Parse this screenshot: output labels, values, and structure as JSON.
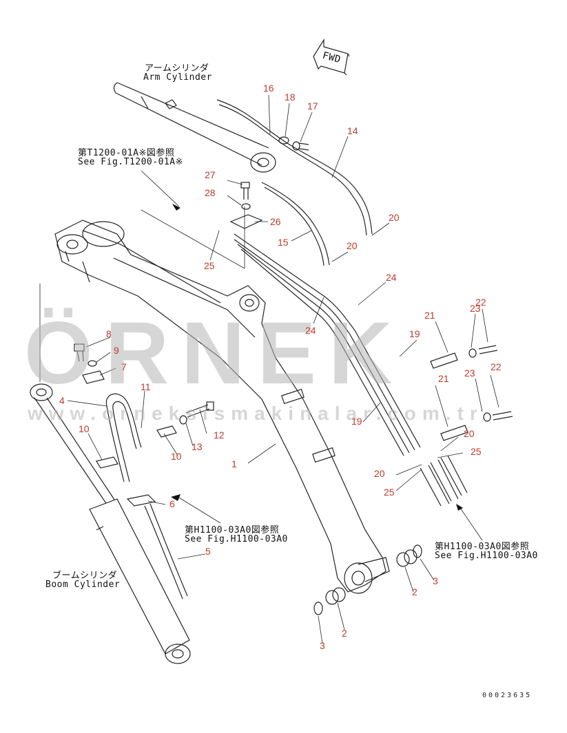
{
  "fwd_label": "FWD",
  "arm_cylinder": {
    "jp": "アームシリンダ",
    "en": "Arm Cylinder"
  },
  "boom_cylinder": {
    "jp": "ブームシリンダ",
    "en": "Boom Cylinder"
  },
  "ref_t1200": {
    "jp": "第T1200-01A※図参照",
    "en": "See Fig.T1200-01A※"
  },
  "ref_h1100_left": {
    "jp": "第H1100-03A0図参照",
    "en": "See Fig.H1100-03A0"
  },
  "ref_h1100_right": {
    "jp": "第H1100-03A0図参照",
    "en": "See Fig.H1100-03A0"
  },
  "watermark": {
    "logo": "ÖRNEK",
    "url": "www.orneksismakinalar.com.tr"
  },
  "doc_number": "00023635",
  "callouts": [
    {
      "id": "c16",
      "text": "16"
    },
    {
      "id": "c18",
      "text": "18"
    },
    {
      "id": "c17",
      "text": "17"
    },
    {
      "id": "c14",
      "text": "14"
    },
    {
      "id": "c27",
      "text": "27"
    },
    {
      "id": "c28",
      "text": "28"
    },
    {
      "id": "c26",
      "text": "26"
    },
    {
      "id": "c15",
      "text": "15"
    },
    {
      "id": "c25a",
      "text": "25"
    },
    {
      "id": "c20a",
      "text": "20"
    },
    {
      "id": "c20b",
      "text": "20"
    },
    {
      "id": "c24a",
      "text": "24"
    },
    {
      "id": "c24b",
      "text": "24"
    },
    {
      "id": "c22a",
      "text": "22"
    },
    {
      "id": "c23a",
      "text": "23"
    },
    {
      "id": "c21a",
      "text": "21"
    },
    {
      "id": "c19a",
      "text": "19"
    },
    {
      "id": "c8",
      "text": "8"
    },
    {
      "id": "c9",
      "text": "9"
    },
    {
      "id": "c7",
      "text": "7"
    },
    {
      "id": "c4",
      "text": "4"
    },
    {
      "id": "c11",
      "text": "11"
    },
    {
      "id": "c22b",
      "text": "22"
    },
    {
      "id": "c23b",
      "text": "23"
    },
    {
      "id": "c21b",
      "text": "21"
    },
    {
      "id": "c19b",
      "text": "19"
    },
    {
      "id": "c10a",
      "text": "10"
    },
    {
      "id": "c12",
      "text": "12"
    },
    {
      "id": "c13",
      "text": "13"
    },
    {
      "id": "c10b",
      "text": "10"
    },
    {
      "id": "c1",
      "text": "1"
    },
    {
      "id": "c20c",
      "text": "20"
    },
    {
      "id": "c25b",
      "text": "25"
    },
    {
      "id": "c20d",
      "text": "20"
    },
    {
      "id": "c25c",
      "text": "25"
    },
    {
      "id": "c6",
      "text": "6"
    },
    {
      "id": "c5",
      "text": "5"
    },
    {
      "id": "c3a",
      "text": "3"
    },
    {
      "id": "c2a",
      "text": "2"
    },
    {
      "id": "c2b",
      "text": "2"
    },
    {
      "id": "c3b",
      "text": "3"
    }
  ]
}
